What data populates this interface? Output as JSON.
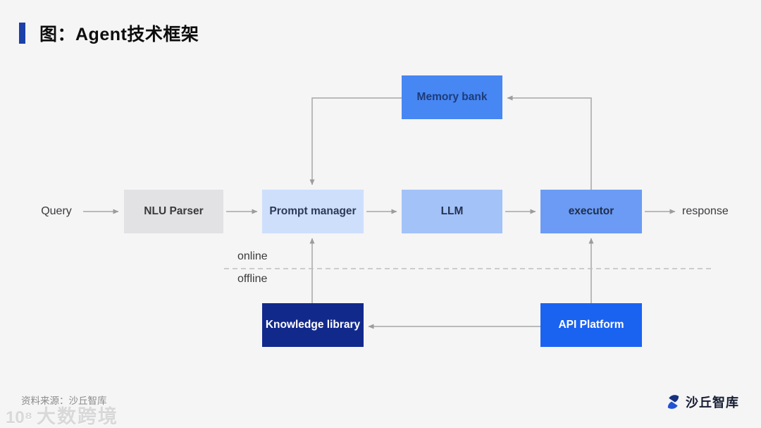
{
  "title": {
    "text": "图：Agent技术框架"
  },
  "diagram": {
    "flow_labels": {
      "query": "Query",
      "response": "response"
    },
    "nodes": {
      "nlu_parser": {
        "label": "NLU Parser",
        "bg": "#e2e2e4"
      },
      "prompt_manager": {
        "label": "Prompt manager",
        "bg": "#cedffb"
      },
      "llm": {
        "label": "LLM",
        "bg": "#a3c2f8"
      },
      "executor": {
        "label": "executor",
        "bg": "#6b9bf4"
      },
      "memory_bank": {
        "label": "Memory bank",
        "bg": "#4787f3"
      },
      "knowledge_library": {
        "label": "Knowledge library",
        "bg": "#12298c"
      },
      "api_platform": {
        "label": "API Platform",
        "bg": "#1a63f1"
      }
    },
    "divider": {
      "above": "online",
      "below": "offline"
    },
    "edges": [
      "Query -> NLU Parser",
      "NLU Parser -> Prompt manager",
      "Prompt manager -> LLM",
      "LLM -> executor",
      "executor -> response",
      "Memory bank -> Prompt manager",
      "executor -> Memory bank",
      "Knowledge library -> Prompt manager",
      "API Platform -> executor",
      "API Platform -> Knowledge library"
    ]
  },
  "footer": {
    "source": "资料来源：沙丘智库",
    "watermark_logo": "10⁸",
    "watermark": "大数跨境",
    "brand": "沙丘智库"
  },
  "colors": {
    "background": "#f5f5f6",
    "title_accent": "#1d3fa8",
    "connector": "#9c9c9c",
    "divider_dash": "#bfbfbf",
    "brand_navy": "#16317d",
    "brand_blue": "#2153d4"
  }
}
